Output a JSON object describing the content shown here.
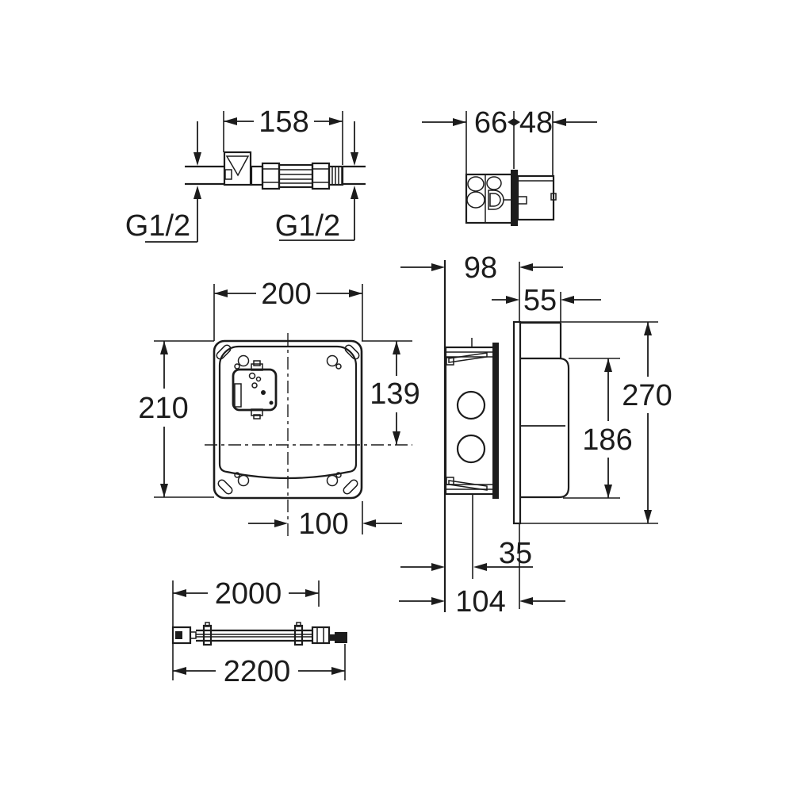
{
  "drawing_title": "concealed-installation-box-dimension-drawing",
  "colors": {
    "line": "#1c1c1c",
    "background": "#ffffff"
  },
  "hose_view": {
    "length_dim": "158",
    "left_thread_label": "G1/2",
    "right_thread_label": "G1/2"
  },
  "top_view": {
    "front_depth_dim": "66",
    "rear_depth_dim": "48"
  },
  "front_view": {
    "width_dim": "200",
    "height_dim": "210",
    "center_from_top_dim": "139",
    "center_offset_dim": "100"
  },
  "side_view": {
    "box_depth_dim": "98",
    "cover_depth_dim": "55",
    "plate_height_dim": "270",
    "cover_height_dim": "186",
    "hole_center_depth_dim": "35",
    "overall_depth_dim": "104"
  },
  "cable_view": {
    "inner_length_dim": "2000",
    "overall_length_dim": "2200"
  }
}
